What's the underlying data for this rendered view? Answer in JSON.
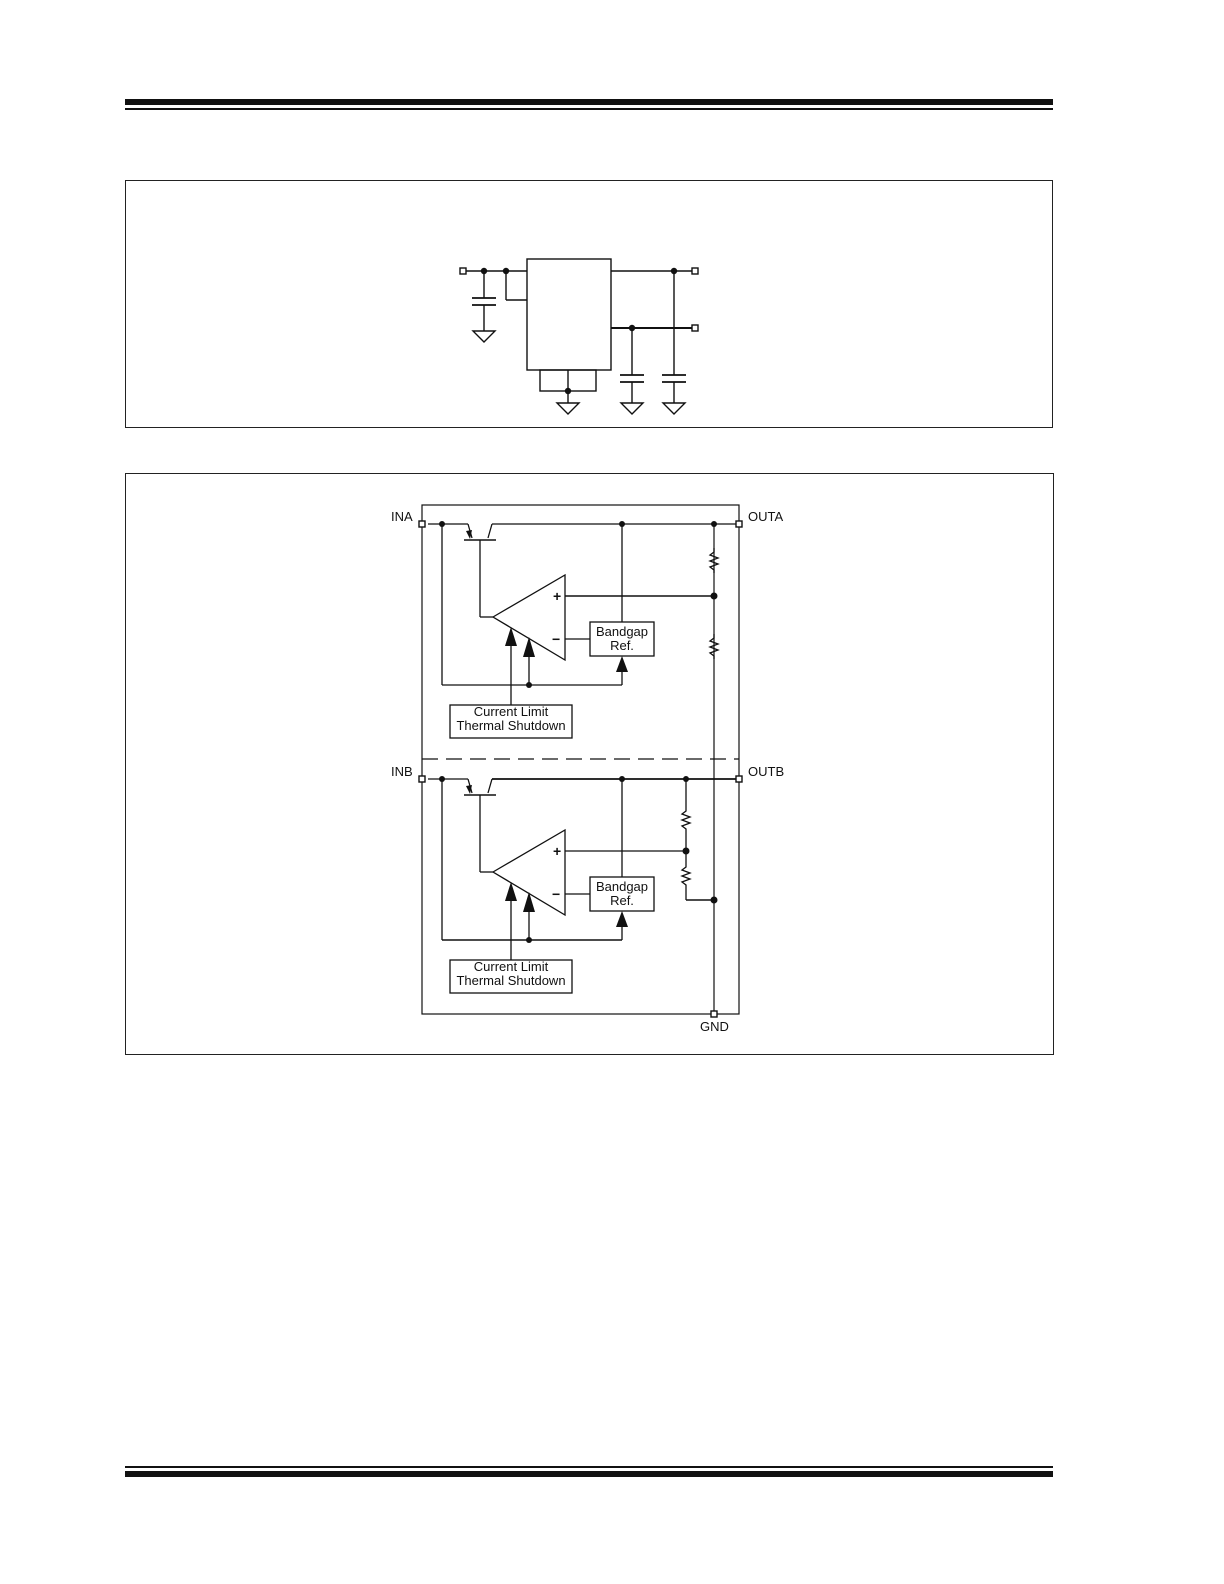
{
  "block_diagram": {
    "pins": {
      "ina": "INA",
      "outa": "OUTA",
      "inb": "INB",
      "outb": "OUTB",
      "gnd": "GND"
    },
    "channel_a": {
      "bandgap_line1": "Bandgap",
      "bandgap_line2": "Ref.",
      "limit_line1": "Current Limit",
      "limit_line2": "Thermal Shutdown",
      "plus": "+",
      "minus": "−"
    },
    "channel_b": {
      "bandgap_line1": "Bandgap",
      "bandgap_line2": "Ref.",
      "limit_line1": "Current Limit",
      "limit_line2": "Thermal Shutdown",
      "plus": "+",
      "minus": "−"
    }
  }
}
